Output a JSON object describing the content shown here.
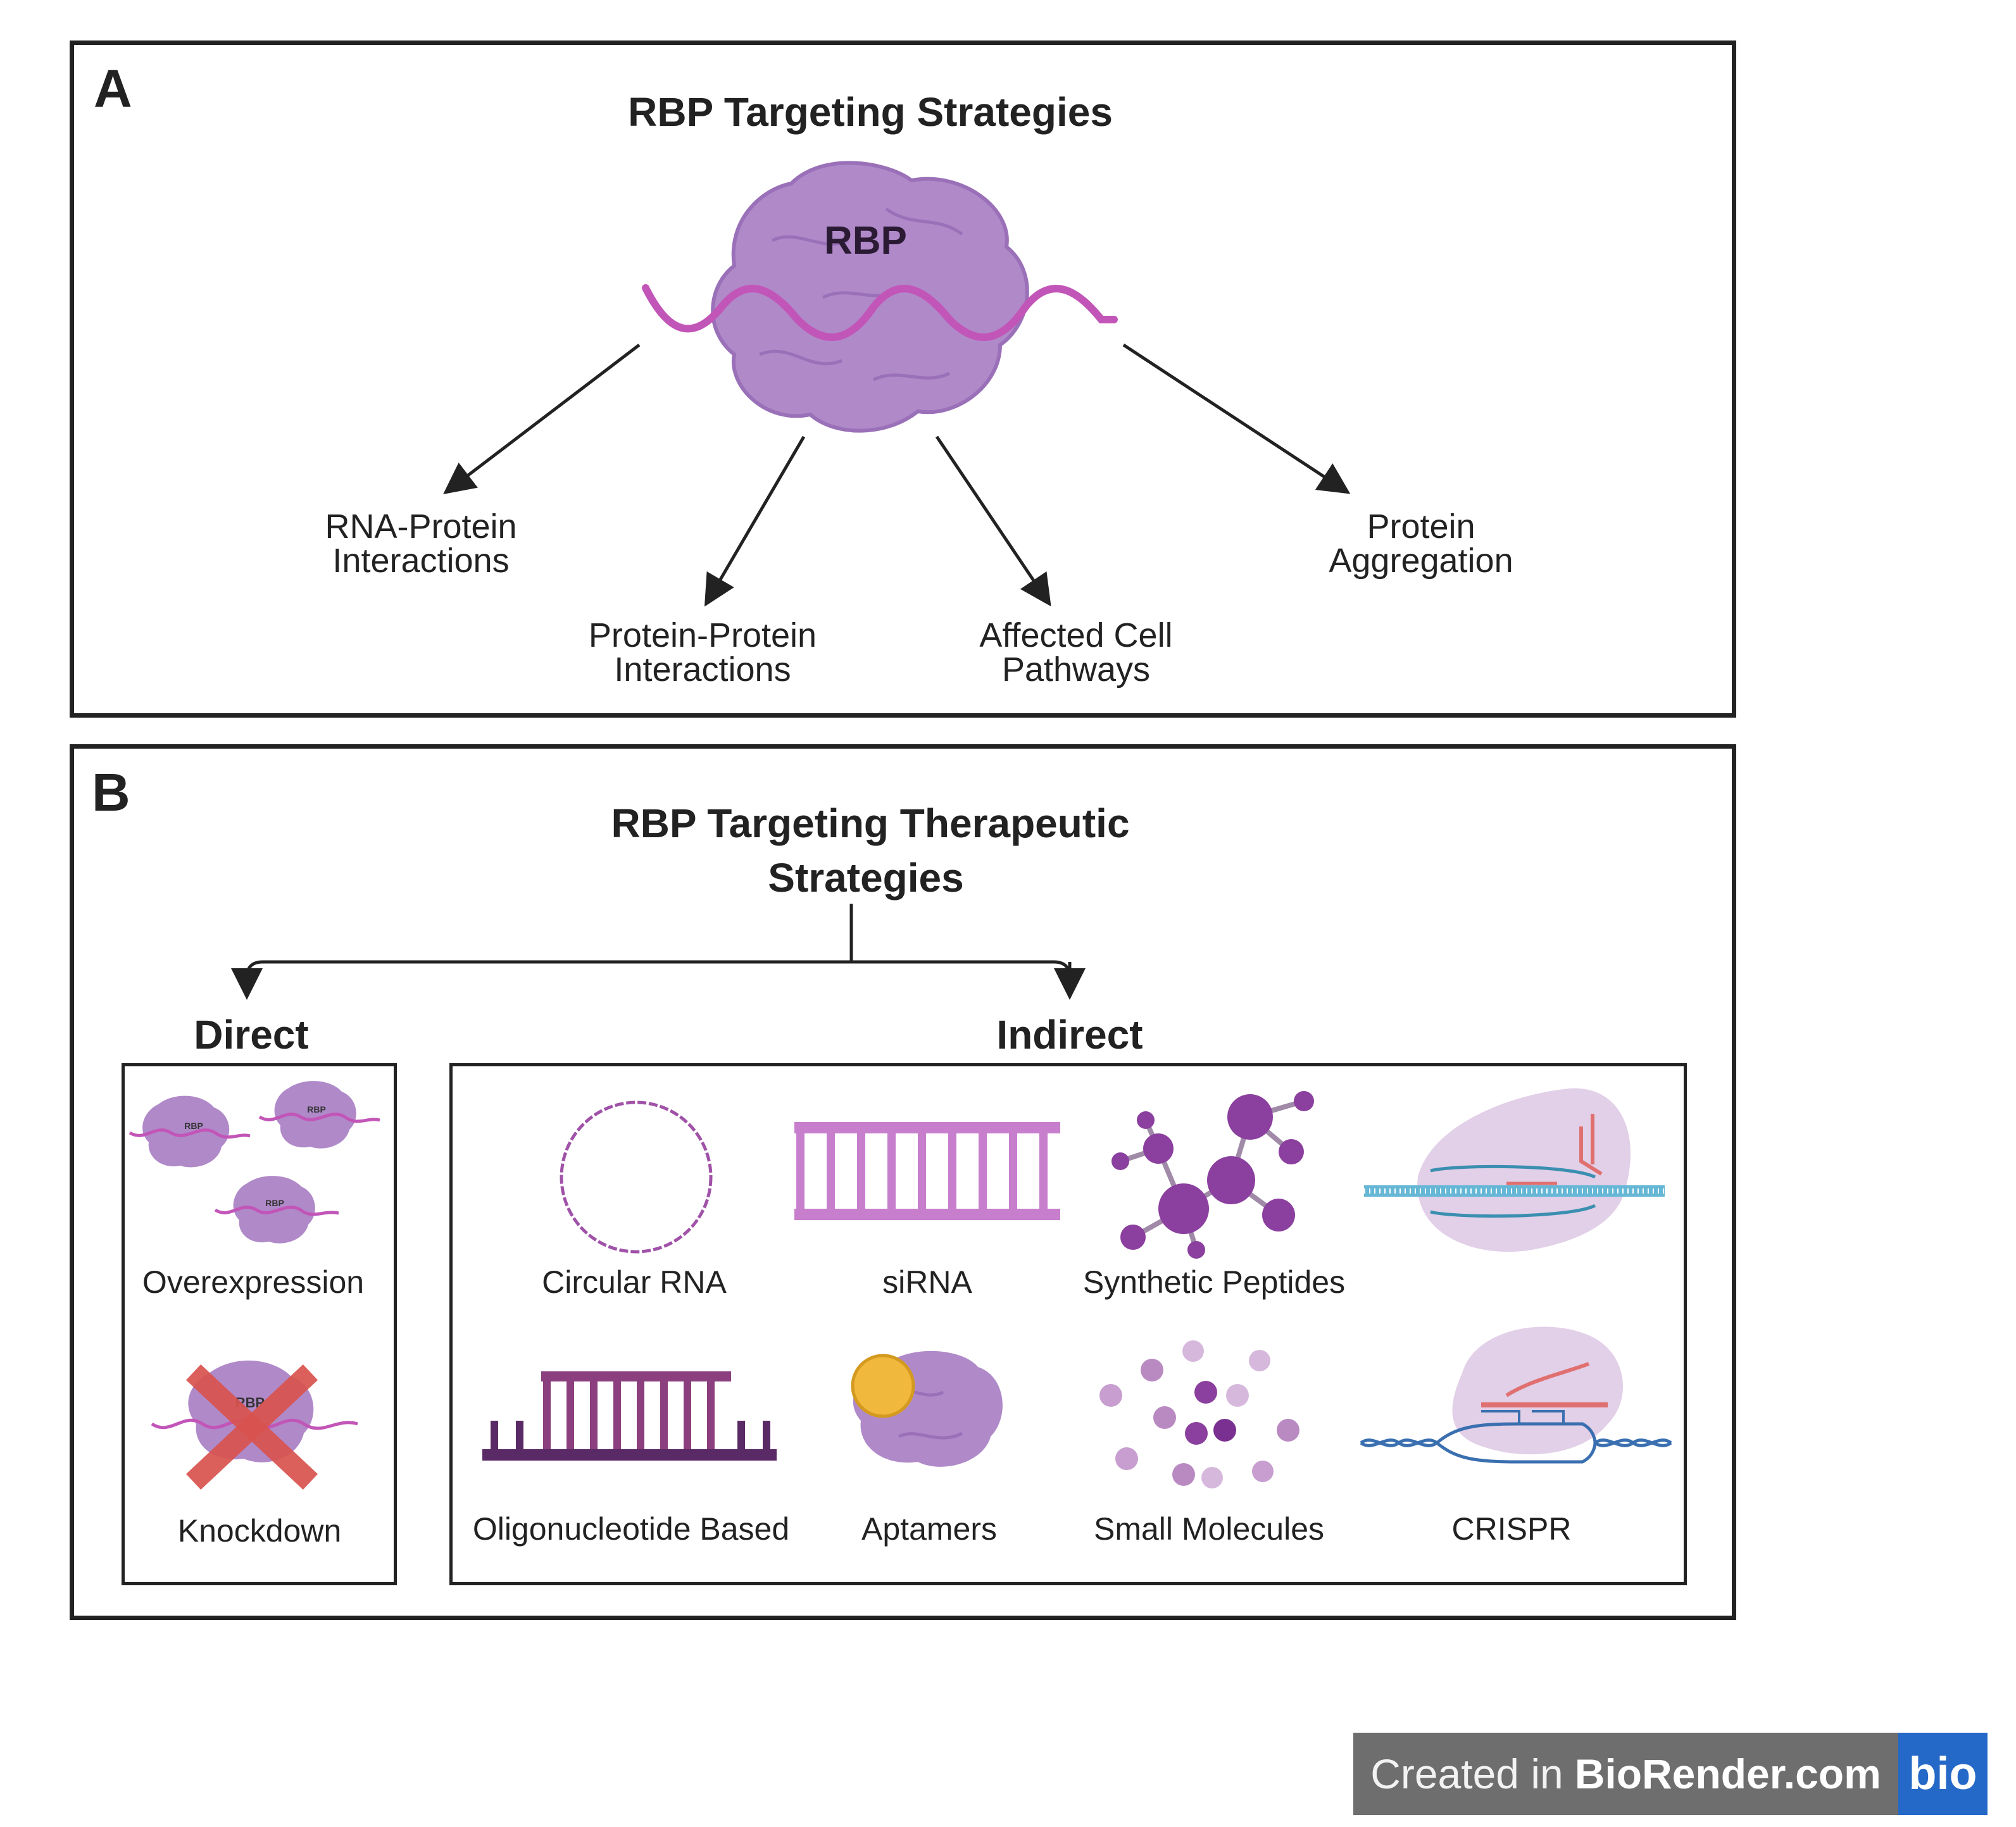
{
  "panel_a": {
    "letter": "A",
    "title": "RBP Targeting Strategies",
    "center_label": "RBP",
    "outcomes": [
      {
        "line1": "RNA-Protein",
        "line2": "Interactions"
      },
      {
        "line1": "Protein-Protein",
        "line2": "Interactions"
      },
      {
        "line1": "Affected Cell",
        "line2": "Pathways"
      },
      {
        "line1": "Protein",
        "line2": "Aggregation"
      }
    ]
  },
  "panel_b": {
    "letter": "B",
    "title_line1": "RBP Targeting Therapeutic",
    "title_line2": "Strategies",
    "direct": {
      "heading": "Direct",
      "items": [
        "Overexpression",
        "Knockdown"
      ],
      "icon_text": "RBP"
    },
    "indirect": {
      "heading": "Indirect",
      "items": [
        "Circular RNA",
        "siRNA",
        "Synthetic Peptides",
        "Oligonucleotide Based",
        "Aptamers",
        "Small Molecules",
        "CRISPR"
      ]
    }
  },
  "badge": {
    "prefix": "Created in",
    "brand": "BioRender.com",
    "logo": "bio"
  },
  "colors": {
    "protein": "#b089c9",
    "protein_dark": "#8a5fa8",
    "rna": "#c255b8",
    "ladder": "#c77ecd",
    "molecule": "#8b3f9e",
    "cross": "#d9534f",
    "badge_bg": "#6e6e6e",
    "badge_logo": "#2468c8"
  }
}
